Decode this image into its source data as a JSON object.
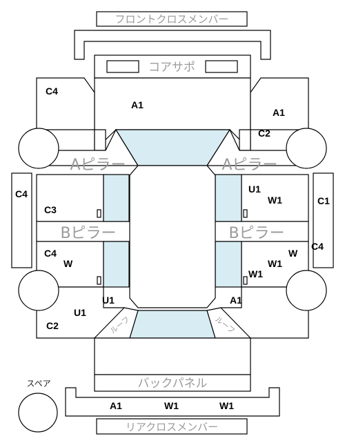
{
  "labels": {
    "front_cross_member": "フロントクロスメンバー",
    "core_support": "コアサポ",
    "a_pillar_left": "Aピラー",
    "a_pillar_right": "Aピラー",
    "b_pillar_left": "Bピラー",
    "b_pillar_right": "Bピラー",
    "back_panel": "バックパネル",
    "rear_cross_member": "リアクロスメンバー",
    "spare": "スペア",
    "tilted_left": "ルーフ",
    "tilted_right": "ルーフ"
  },
  "grades": {
    "front_left_outer": "C4",
    "hood": "A1",
    "front_right_fender": "A1",
    "front_right_c2": "C2",
    "left_rocker": "C4",
    "right_rocker": "C1",
    "right_rocker_lower": "C4",
    "front_left_door": "C3",
    "front_right_door_u1": "U1",
    "front_right_door_w1": "W1",
    "rear_left_door_c4": "C4",
    "rear_left_door_w": "W",
    "rear_right_door_w1": "W1",
    "rear_right_door_w": "W",
    "rear_right_door_w1b": "W1",
    "rear_left_u1_upper": "U1",
    "rear_left_u1_lower": "U1",
    "rear_left_c2": "C2",
    "rear_right_a1": "A1",
    "rear_a1": "A1",
    "rear_w1_a": "W1",
    "rear_w1_b": "W1"
  }
}
